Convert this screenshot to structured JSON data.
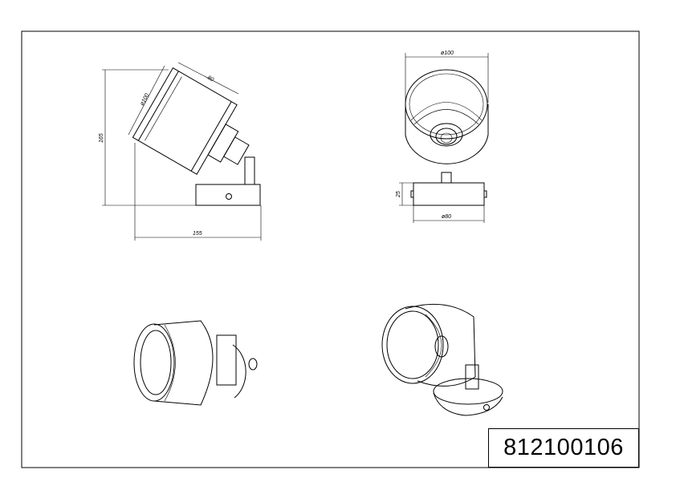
{
  "product_code": "812100106",
  "dimensions": {
    "side_height": "165",
    "side_width": "155",
    "side_shade_diameter": "ø100",
    "side_shade_length": "80",
    "front_shade_diameter": "ø100",
    "front_base_diameter": "ø80",
    "front_base_height": "25"
  }
}
